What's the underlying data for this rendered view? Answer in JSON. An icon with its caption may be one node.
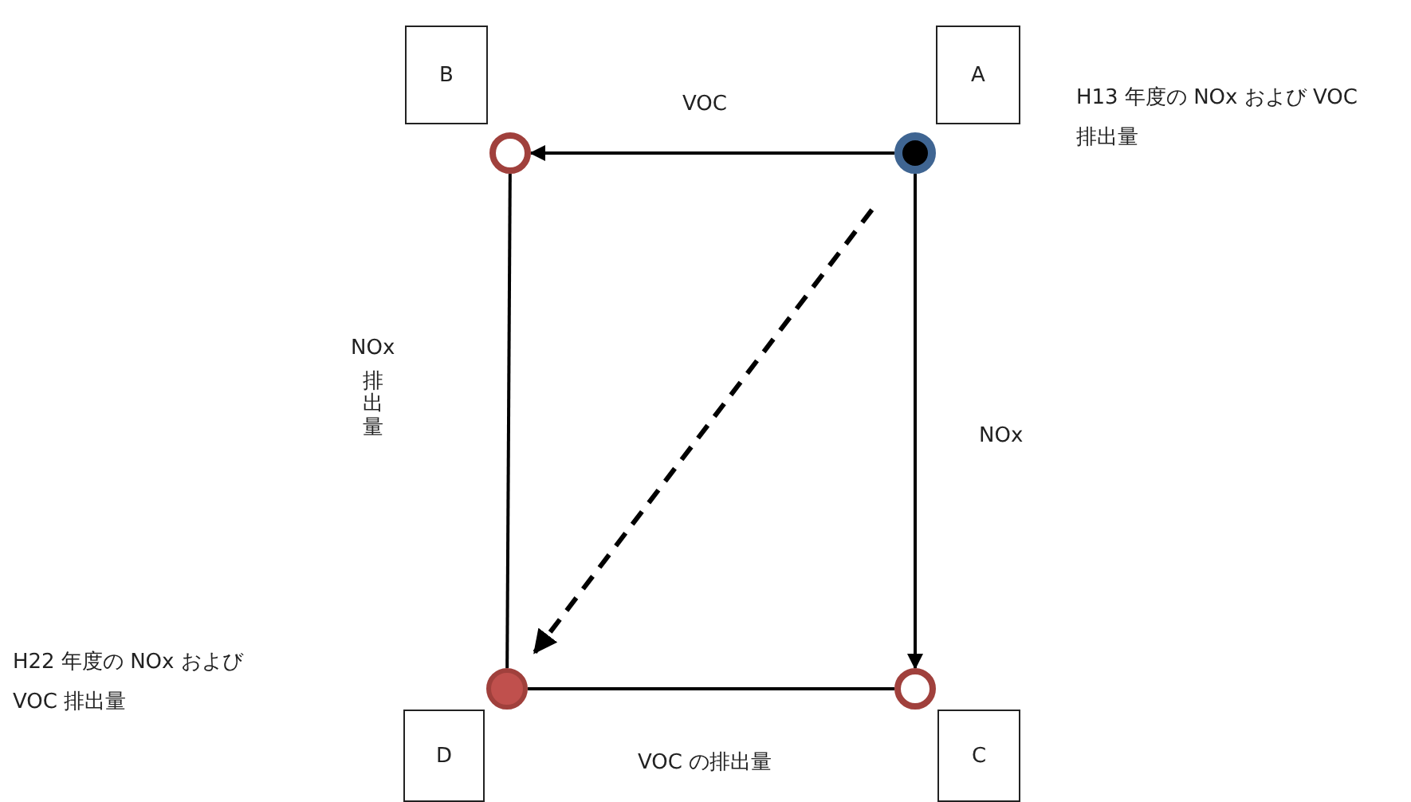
{
  "diagram": {
    "nodes": [
      {
        "text": [
          "B"
        ]
      },
      {
        "text": [
          "A"
        ]
      },
      {
        "text": [
          "D"
        ]
      },
      {
        "text": [
          "C"
        ]
      },
      {
        "text": [],
        "shape": "circle"
      },
      {
        "text": [],
        "shape": "circle"
      },
      {
        "text": [],
        "shape": "circle"
      },
      {
        "text": [],
        "shape": "circle"
      }
    ],
    "edges": [
      {
        "from": 4,
        "to": 5,
        "arrow": "to",
        "label": "VOC"
      },
      {
        "from": 4,
        "to": 6,
        "arrow": "to",
        "label": "NOx"
      },
      {
        "from": 5,
        "to": 7,
        "arrow": "none"
      },
      {
        "from": 6,
        "to": 7,
        "arrow": "none"
      },
      {
        "from": 4,
        "to": 7,
        "arrow": "to",
        "style": "dashed"
      }
    ],
    "labels": [
      "H13 年度の NOx および VOC 排出量",
      "NOx 排出量",
      "H22 年度の NOx および VOC 排出量",
      "VOC の排出量"
    ]
  }
}
